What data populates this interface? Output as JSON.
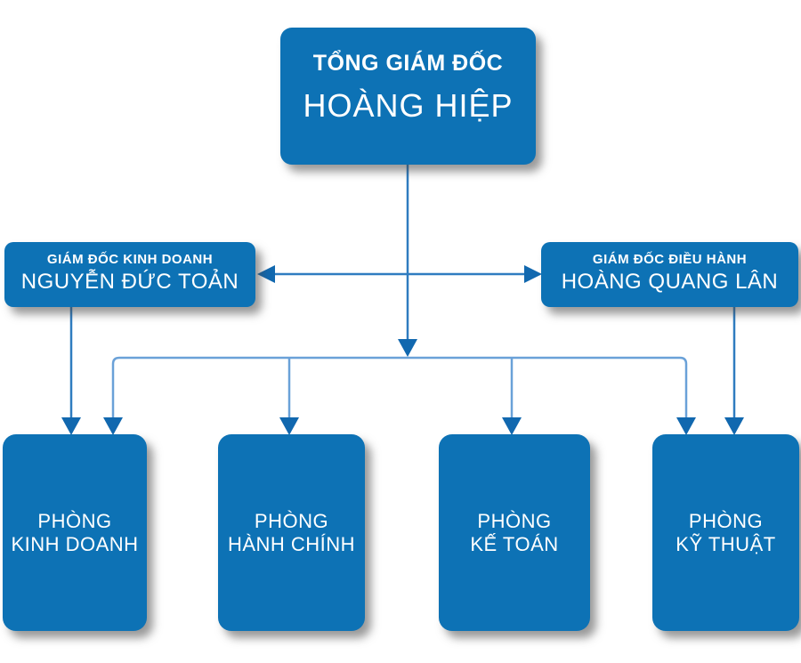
{
  "colors": {
    "background": "#ffffff",
    "box": "#0d72b5",
    "text": "#ffffff",
    "line_dark": "#2f7cc0",
    "line_light": "#6aa1d8",
    "arrow": "#1168af"
  },
  "org_chart": {
    "ceo": {
      "title": "TỔNG GIÁM ĐỐC",
      "name": "HOÀNG HIỆP"
    },
    "managers": [
      {
        "title": "GIÁM ĐỐC KINH DOANH",
        "name": "NGUYỄN ĐỨC TOẢN"
      },
      {
        "title": "GIÁM ĐỐC ĐIỀU HÀNH",
        "name": "HOÀNG QUANG LÂN"
      }
    ],
    "departments": [
      {
        "line1": "PHÒNG",
        "line2": "KINH DOANH"
      },
      {
        "line1": "PHÒNG",
        "line2": "HÀNH CHÍNH"
      },
      {
        "line1": "PHÒNG",
        "line2": "KẾ TOÁN"
      },
      {
        "line1": "PHÒNG",
        "line2": "KỸ THUẬT"
      }
    ]
  }
}
